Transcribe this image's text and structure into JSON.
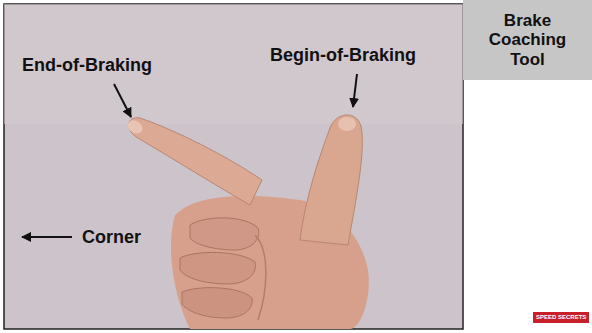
{
  "diagram": {
    "nodes": [
      {
        "text": [
          "Brake Coaching Tool"
        ]
      },
      {
        "text": [
          "SPEED SECRETS"
        ]
      }
    ],
    "labels": [
      "End-of-Braking",
      "Begin-of-Braking",
      "Corner"
    ]
  }
}
